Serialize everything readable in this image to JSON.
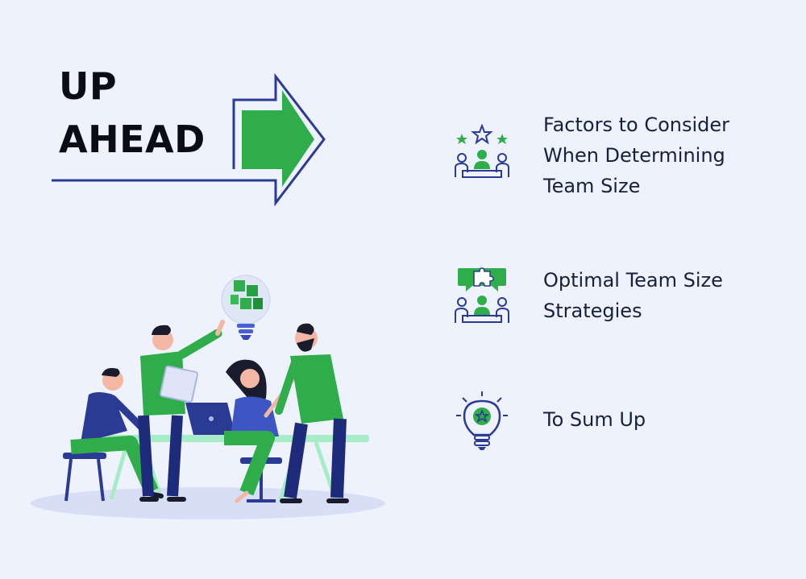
{
  "heading": {
    "line1": "UP",
    "line2": "AHEAD"
  },
  "agenda": [
    {
      "label": "Factors to Consider\nWhen Determining\nTeam Size",
      "icon": "team-stars-icon"
    },
    {
      "label": "Optimal Team Size\nStrategies",
      "icon": "team-puzzle-icon"
    },
    {
      "label": "To Sum Up",
      "icon": "lightbulb-star-icon"
    }
  ],
  "colors": {
    "background": "#eef2fc",
    "green": "#2ead4a",
    "navy": "#2b3a94",
    "text": "#16213d"
  },
  "illustration": "team-meeting-illustration"
}
